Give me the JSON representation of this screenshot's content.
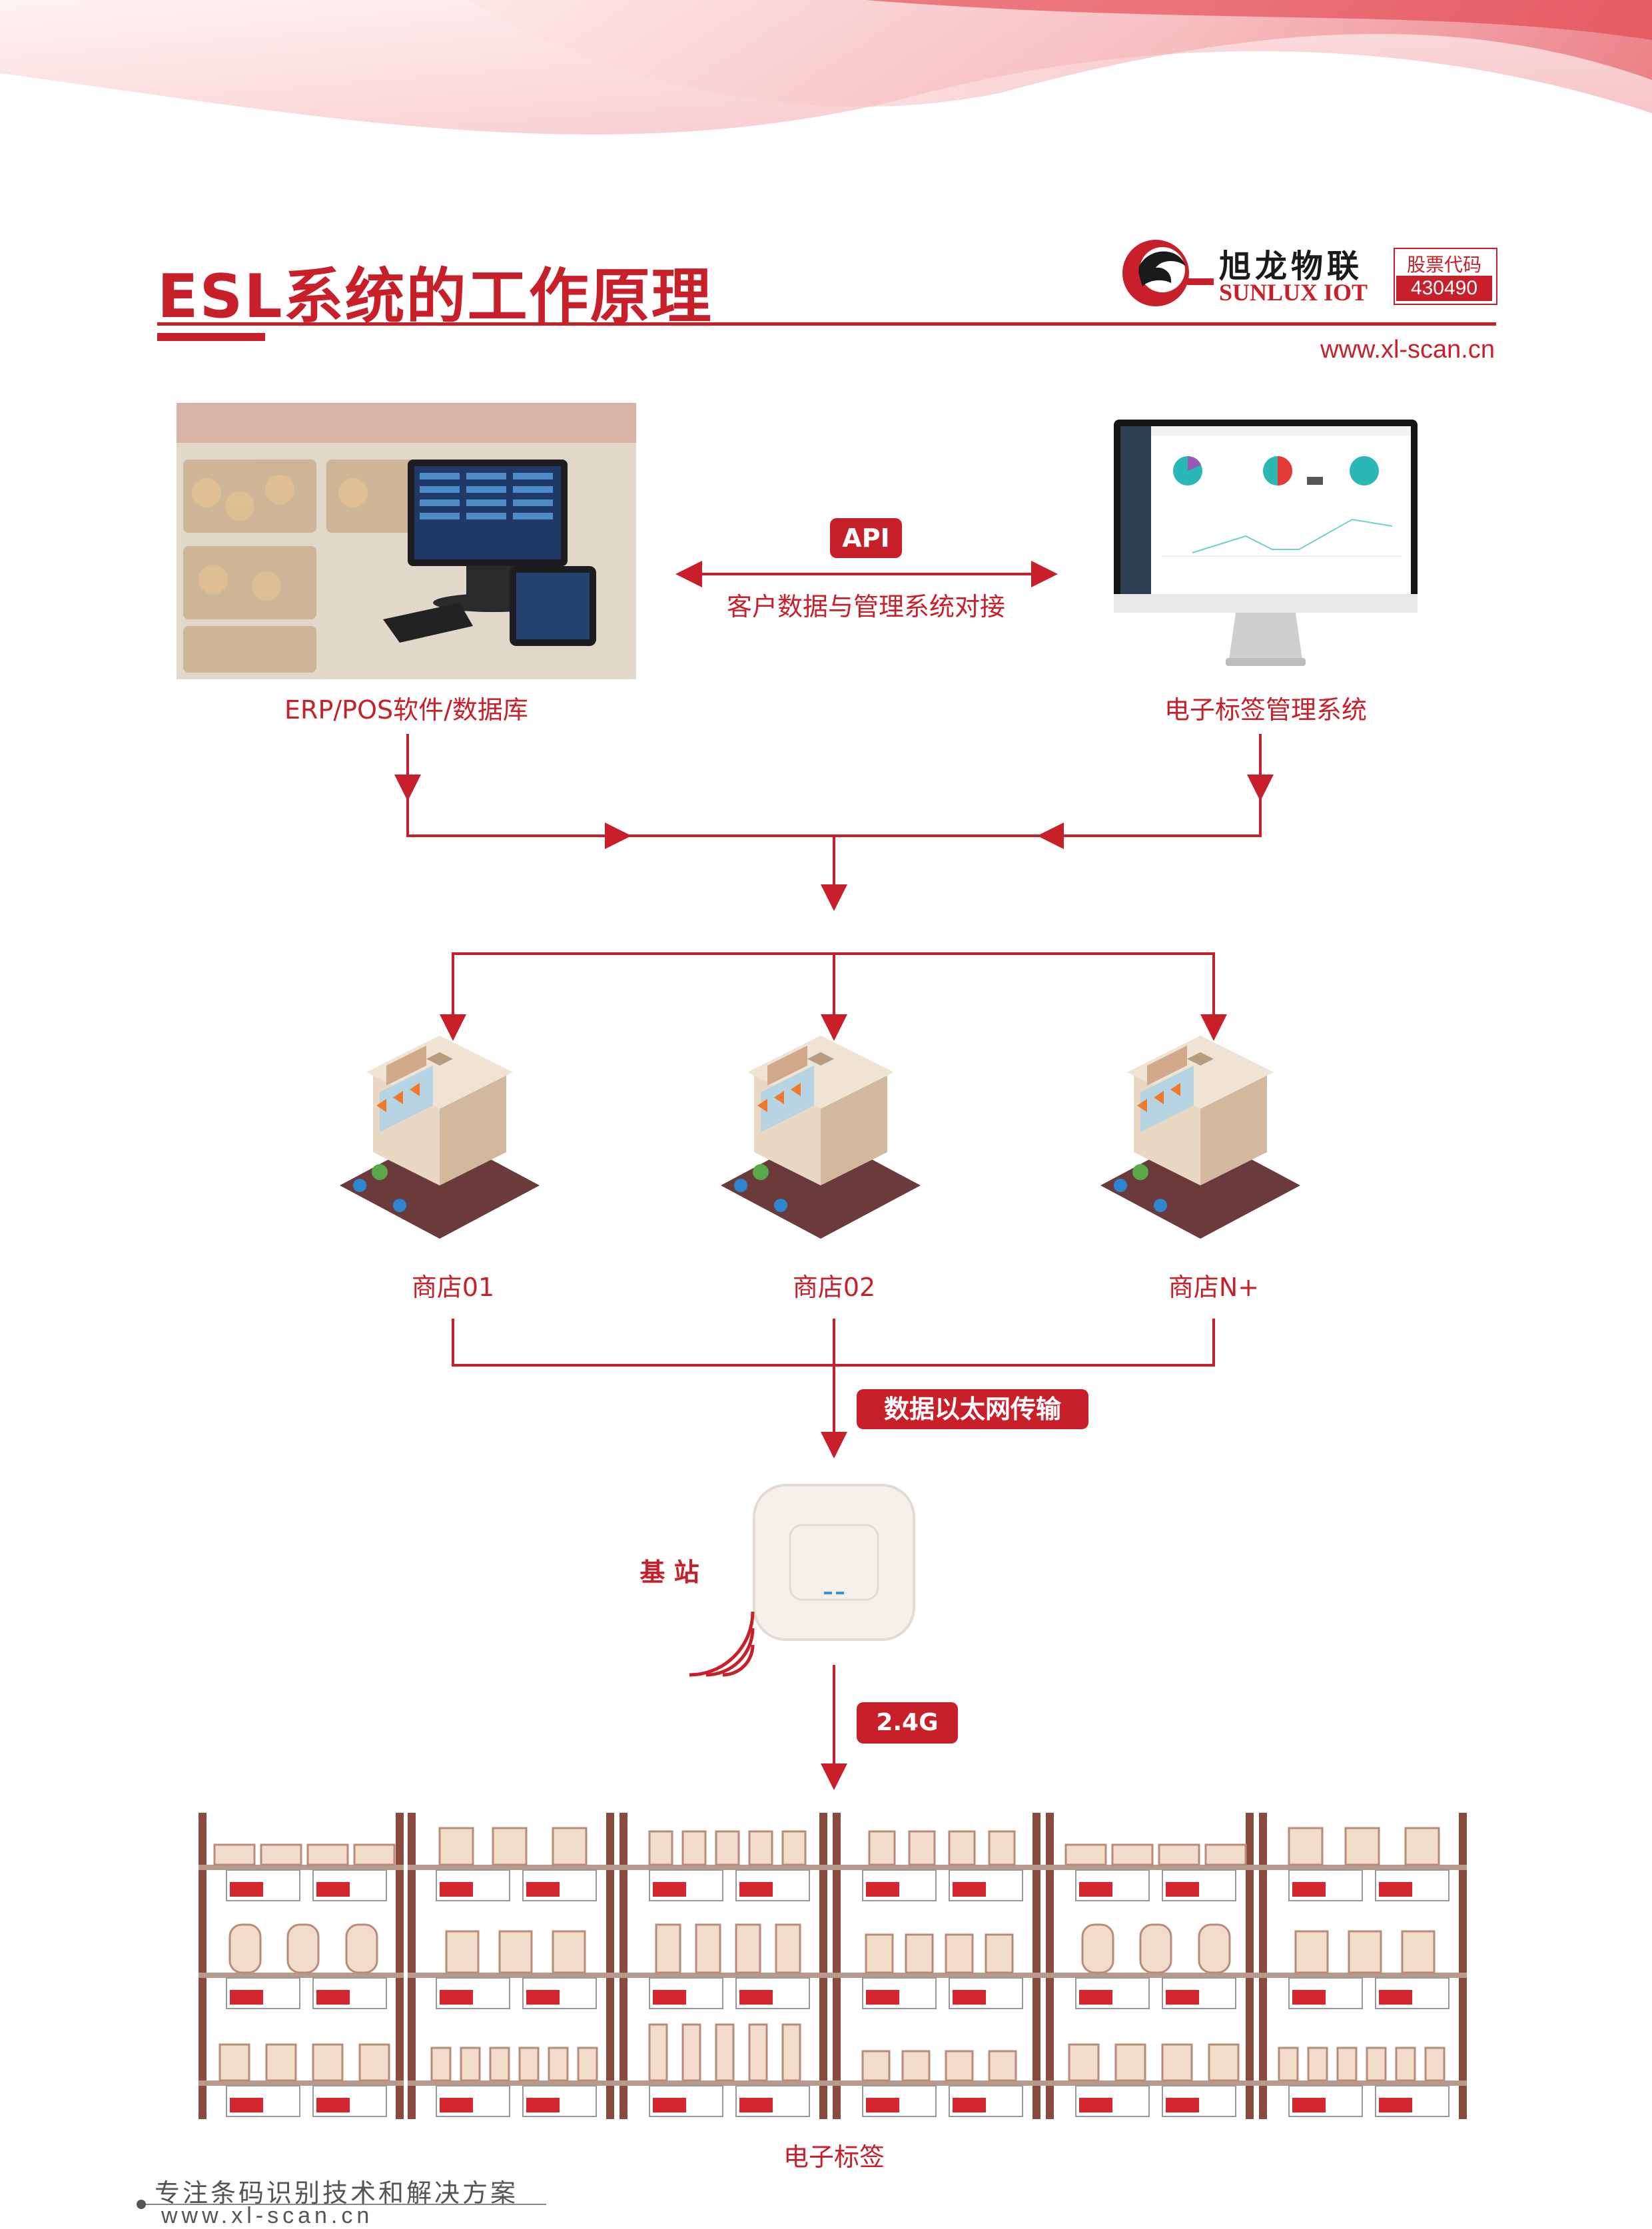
{
  "header": {
    "title": "ESL系统的工作原理",
    "website": "www.xl-scan.cn"
  },
  "logo": {
    "name_cn": "旭龙物联",
    "name_en": "SUNLUX IOT",
    "stock_label": "股票代码",
    "stock_code": "430490"
  },
  "nodes": {
    "erp": "ERP/POS软件/数据库",
    "esl_system": "电子标签管理系统",
    "api_badge": "API",
    "api_caption": "客户数据与管理系统对接",
    "stores": [
      "商店01",
      "商店02",
      "商店N+"
    ],
    "ethernet_badge": "数据以太网传输",
    "base_station": "基 站",
    "wireless_badge": "2.4G",
    "tags": "电子标签"
  },
  "footer": {
    "slogan": "专注条码识别技术和解决方案",
    "website": "www.xl-scan.cn"
  },
  "colors": {
    "brand": "#c8202a"
  }
}
